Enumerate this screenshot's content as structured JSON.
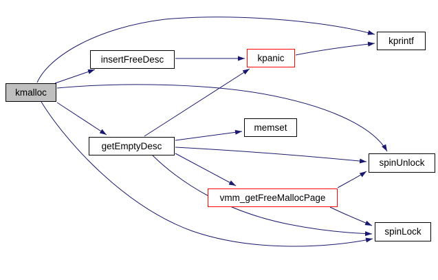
{
  "diagram": {
    "kind": "doxygen-call-graph",
    "root_function": "kmalloc",
    "colors": {
      "edge": "#191970",
      "node_border": "#000000",
      "highlight_border": "#ff0000",
      "focus_fill": "#bfbfbf",
      "background": "#ffffff"
    },
    "nodes": {
      "kmalloc": {
        "label": "kmalloc",
        "style": "focus"
      },
      "insertFreeDesc": {
        "label": "insertFreeDesc",
        "style": "normal"
      },
      "kpanic": {
        "label": "kpanic",
        "style": "highlight"
      },
      "kprintf": {
        "label": "kprintf",
        "style": "normal"
      },
      "memset": {
        "label": "memset",
        "style": "normal"
      },
      "getEmptyDesc": {
        "label": "getEmptyDesc",
        "style": "normal"
      },
      "spinUnlock": {
        "label": "spinUnlock",
        "style": "normal"
      },
      "vmm_getFreeMallocPage": {
        "label": "vmm_getFreeMallocPage",
        "style": "highlight"
      },
      "spinLock": {
        "label": "spinLock",
        "style": "normal"
      }
    },
    "edges": [
      {
        "from": "kmalloc",
        "to": "kprintf"
      },
      {
        "from": "kmalloc",
        "to": "insertFreeDesc"
      },
      {
        "from": "kmalloc",
        "to": "spinUnlock"
      },
      {
        "from": "kmalloc",
        "to": "getEmptyDesc"
      },
      {
        "from": "kmalloc",
        "to": "spinLock"
      },
      {
        "from": "insertFreeDesc",
        "to": "kpanic"
      },
      {
        "from": "kpanic",
        "to": "kprintf"
      },
      {
        "from": "getEmptyDesc",
        "to": "kpanic"
      },
      {
        "from": "getEmptyDesc",
        "to": "memset"
      },
      {
        "from": "getEmptyDesc",
        "to": "spinUnlock"
      },
      {
        "from": "getEmptyDesc",
        "to": "vmm_getFreeMallocPage"
      },
      {
        "from": "getEmptyDesc",
        "to": "spinLock"
      },
      {
        "from": "vmm_getFreeMallocPage",
        "to": "spinUnlock"
      },
      {
        "from": "vmm_getFreeMallocPage",
        "to": "spinLock"
      }
    ]
  }
}
